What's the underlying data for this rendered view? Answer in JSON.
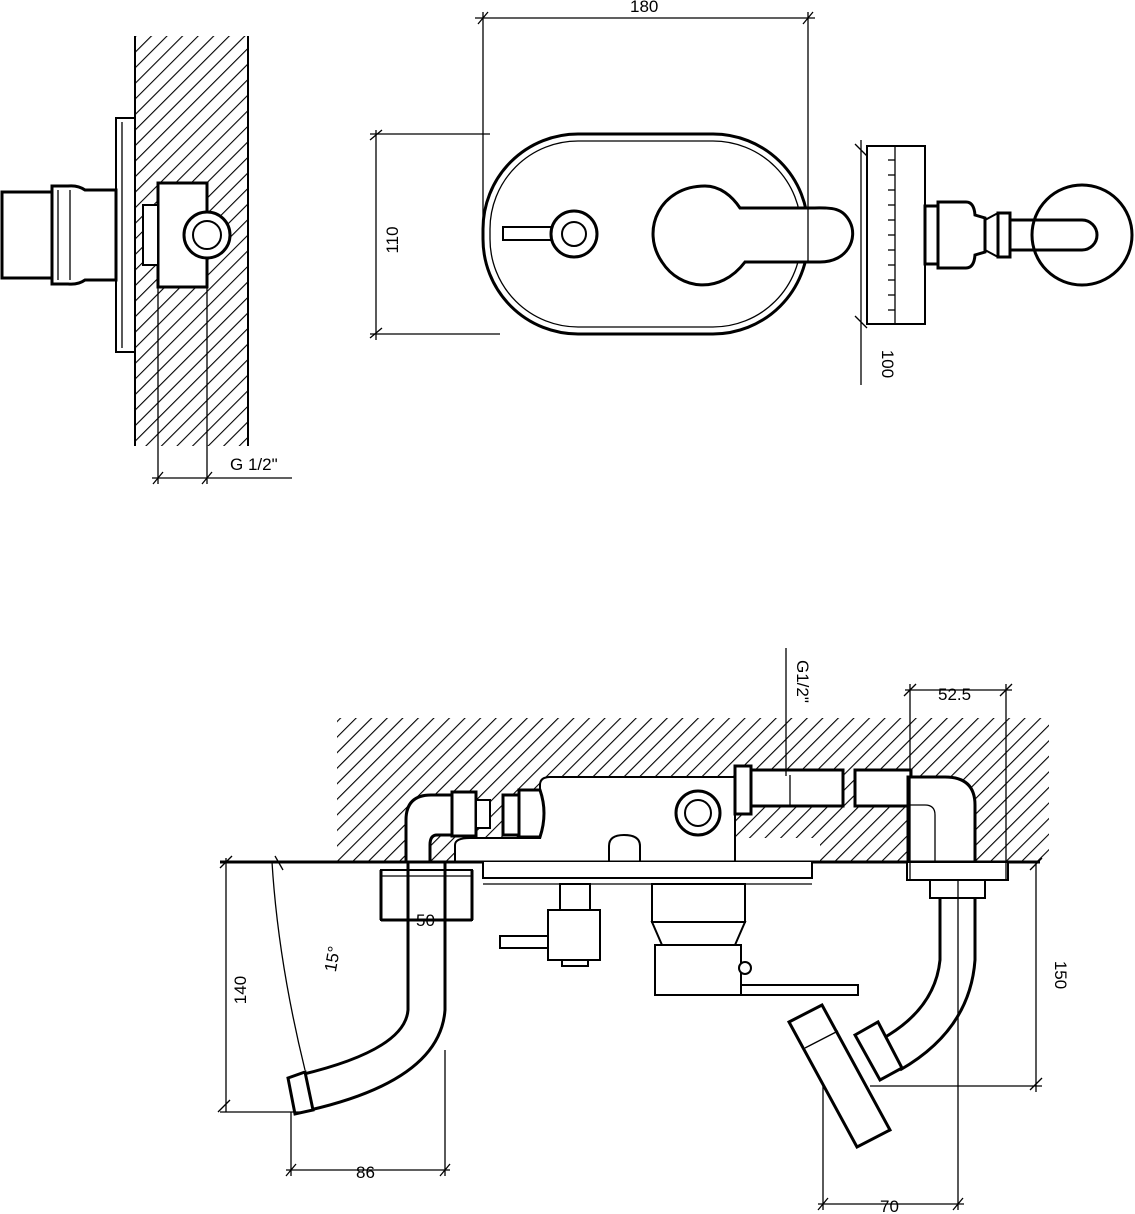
{
  "dimensions": {
    "top_width": "180",
    "top_height": "110",
    "side_depth": "100",
    "side_thread": "G 1/2\"",
    "bottom_thread": "G1/2\"",
    "bottom_offset": "52.5",
    "spout_inlet": "50",
    "spout_drop": "140",
    "spout_angle": "15°",
    "spout_reach": "86",
    "shower_drop": "150",
    "shower_reach": "70"
  }
}
